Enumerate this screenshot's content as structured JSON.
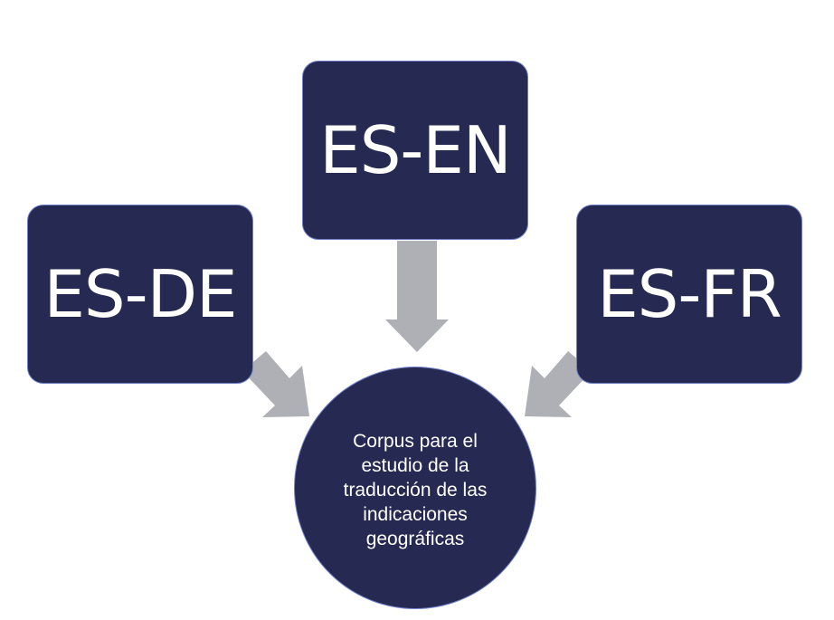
{
  "diagram": {
    "nodes": [
      {
        "id": "es-en",
        "label": "ES-EN"
      },
      {
        "id": "es-de",
        "label": "ES-DE"
      },
      {
        "id": "es-fr",
        "label": "ES-FR"
      }
    ],
    "center": {
      "label": "Corpus para el estudio de la traducción de las indicaciones geográficas"
    },
    "edges": [
      {
        "from": "es-en",
        "to": "center"
      },
      {
        "from": "es-de",
        "to": "center"
      },
      {
        "from": "es-fr",
        "to": "center"
      }
    ],
    "colors": {
      "node_fill": "#262a52",
      "node_border": "#6f80c9",
      "node_text": "#ffffff",
      "arrow": "#aeb0b5"
    }
  }
}
